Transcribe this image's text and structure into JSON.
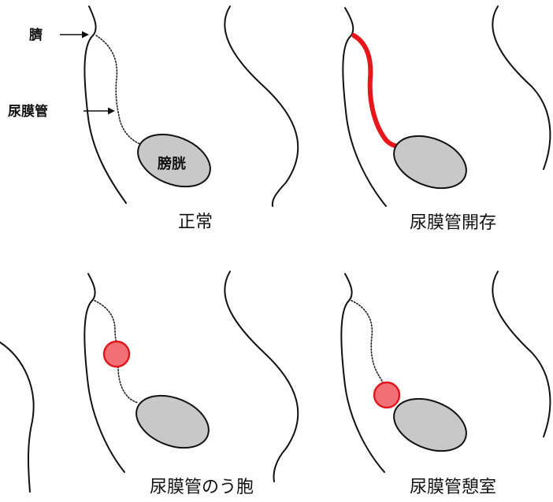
{
  "labels": {
    "navel": "臍",
    "urachus": "尿膜管",
    "bladder": "膀胱"
  },
  "panels": [
    {
      "caption": "正常"
    },
    {
      "caption": "尿膜管開存"
    },
    {
      "caption": "尿膜管のう胞"
    },
    {
      "caption": "尿膜管憩室"
    }
  ],
  "colors": {
    "abnormal": "#e8151b",
    "cyst_fill": "#f07076",
    "bladder_fill": "#c8c8c8"
  }
}
